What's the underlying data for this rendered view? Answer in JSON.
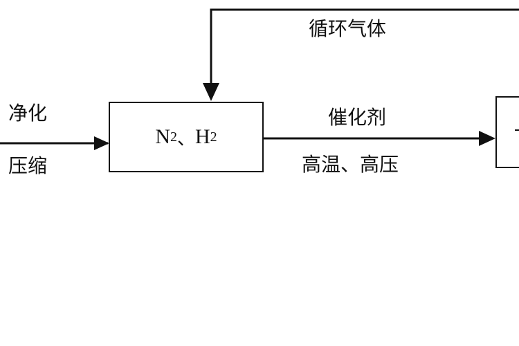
{
  "diagram": {
    "recycle_label": "循环气体",
    "inlet_top_label": "净化",
    "inlet_bottom_label": "压缩",
    "box": {
      "species1": "N",
      "species1_sub": "2",
      "separator": "、",
      "species2": "H",
      "species2_sub": "2"
    },
    "reaction_top_label": "催化剂",
    "reaction_bottom_label": "高温、高压"
  },
  "colors": {
    "line": "#111111",
    "background": "#ffffff"
  }
}
